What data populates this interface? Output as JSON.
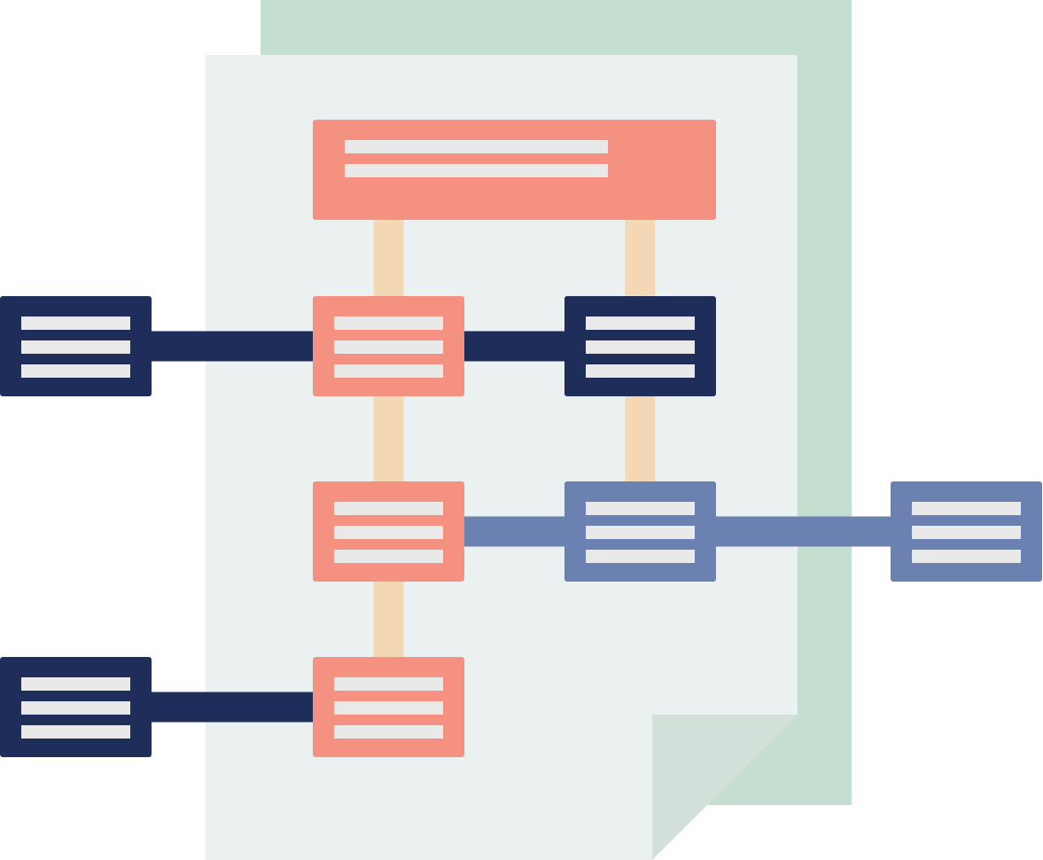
{
  "diagram": {
    "colors": {
      "back_sheet": "#c4dfd0",
      "front_sheet": "#ebf1f1",
      "fold": "#d3e0d9",
      "coral": "#f59180",
      "navy": "#1e2d5a",
      "slate_blue": "#6b81b2",
      "vertical_link": "#f4d7b5",
      "text_line": "#e9e9e9"
    },
    "nodes": [
      {
        "id": "header",
        "color": "coral",
        "lines": 2
      },
      {
        "id": "row1-left-external",
        "color": "navy",
        "lines": 3
      },
      {
        "id": "row1-center",
        "color": "coral",
        "lines": 3
      },
      {
        "id": "row1-right",
        "color": "navy",
        "lines": 3
      },
      {
        "id": "row2-center",
        "color": "coral",
        "lines": 3
      },
      {
        "id": "row2-right",
        "color": "slate_blue",
        "lines": 3
      },
      {
        "id": "row2-right-external",
        "color": "slate_blue",
        "lines": 3
      },
      {
        "id": "row3-left-external",
        "color": "navy",
        "lines": 3
      },
      {
        "id": "row3-center",
        "color": "coral",
        "lines": 3
      }
    ],
    "links": [
      {
        "from": "header",
        "to": "row1-center",
        "kind": "vertical",
        "color": "vertical_link"
      },
      {
        "from": "header",
        "to": "row1-right",
        "kind": "vertical",
        "color": "vertical_link"
      },
      {
        "from": "row1-center",
        "to": "row2-center",
        "kind": "vertical",
        "color": "vertical_link"
      },
      {
        "from": "row1-right",
        "to": "row2-right",
        "kind": "vertical",
        "color": "vertical_link"
      },
      {
        "from": "row2-center",
        "to": "row3-center",
        "kind": "vertical",
        "color": "vertical_link"
      },
      {
        "from": "row1-left-external",
        "to": "row1-center",
        "kind": "horizontal",
        "color": "navy"
      },
      {
        "from": "row1-center",
        "to": "row1-right",
        "kind": "horizontal",
        "color": "navy"
      },
      {
        "from": "row2-center",
        "to": "row2-right",
        "kind": "horizontal",
        "color": "slate_blue"
      },
      {
        "from": "row2-right",
        "to": "row2-right-external",
        "kind": "horizontal",
        "color": "slate_blue"
      },
      {
        "from": "row3-left-external",
        "to": "row3-center",
        "kind": "horizontal",
        "color": "navy"
      }
    ]
  }
}
